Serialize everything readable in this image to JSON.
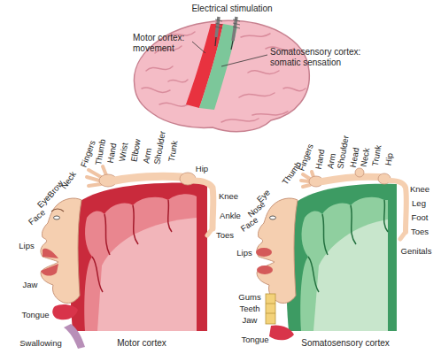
{
  "diagram": {
    "labels": [
      "Electrical stimulation",
      "Motor cortex: movement",
      "Somatosensory cortex: somatic sensation",
      "Fingers",
      "Thumb",
      "Hand",
      "Wrist",
      "Elbow",
      "Arm",
      "Shoulder",
      "Trunk",
      "Hip",
      "Knee",
      "Ankle",
      "Toes",
      "Neck",
      "Brow",
      "Eye",
      "Face",
      "Lips",
      "Jaw",
      "Tongue",
      "Swallowing",
      "Motor cortex",
      "Thumb",
      "Fingers",
      "Hand",
      "Arm",
      "Shoulder",
      "Head",
      "Neck",
      "Trunk",
      "Hip",
      "Knee",
      "Leg",
      "Foot",
      "Toes",
      "Genitals",
      "Eye",
      "Nose",
      "Face",
      "Lips",
      "Gums",
      "Teeth",
      "Jaw",
      "Tongue",
      "Somatosensory cortex"
    ]
  }
}
